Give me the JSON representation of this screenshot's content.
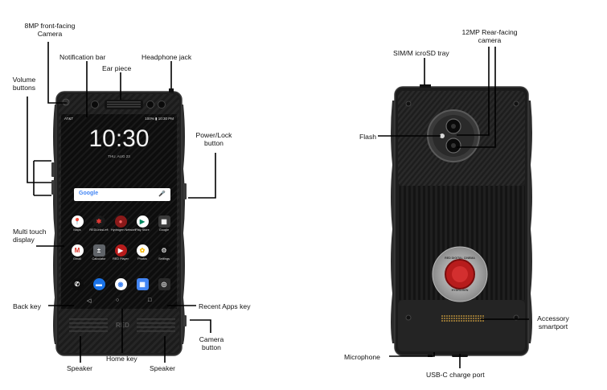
{
  "labels": {
    "front_camera": "8MP front-facing",
    "front_camera_2": "Camera",
    "notification_bar": "Notification bar",
    "headphone_jack": "Headphone jack",
    "ear_piece": "Ear piece",
    "volume_buttons": "Volume",
    "volume_buttons_2": "buttons",
    "power_lock": "Power/Lock",
    "power_lock_2": "button",
    "multi_touch": "Multi touch",
    "multi_touch_2": "display",
    "back_key": "Back key",
    "recent_apps_key": "Recent Apps key",
    "camera_button": "Camera",
    "camera_button_2": "button",
    "home_key": "Home key",
    "speaker_left": "Speaker",
    "speaker_right": "Speaker",
    "sim_tray": "SIM/M icroSD tray",
    "rear_camera": "12MP Rear-facing",
    "rear_camera_2": "camera",
    "flash": "Flash",
    "accessory_port": "Accessory",
    "accessory_port_2": "smartport",
    "microphone": "Microphone",
    "usb_c": "USB-C charge port"
  },
  "screen": {
    "carrier": "AT&T",
    "status_right": "100% ▮ 10:30 PM",
    "time": "10:30",
    "date": "THU, AUG 23",
    "search_brand": "Google",
    "mic_glyph": "🎤"
  },
  "apps_row1": [
    {
      "name": "Maps",
      "color": "#ffffff",
      "glyph": "📍",
      "text_color": "#d93025"
    },
    {
      "name": "REDLinksLeft",
      "color": "#1a1a1a",
      "glyph": "✱",
      "text_color": "#e53935"
    },
    {
      "name": "Hydrogen Network",
      "color": "#8b1a1a",
      "glyph": "●",
      "text_color": "#ff6b6b"
    },
    {
      "name": "Play Store",
      "color": "#ffffff",
      "glyph": "▶",
      "text_color": "#01875f"
    },
    {
      "name": "Google",
      "color": "#3a3a3a",
      "glyph": "▦",
      "text_color": "#ffffff"
    }
  ],
  "apps_row2": [
    {
      "name": "Gmail",
      "color": "#ffffff",
      "glyph": "M",
      "text_color": "#d93025"
    },
    {
      "name": "Calculator",
      "color": "#5f6368",
      "glyph": "±",
      "text_color": "#ffffff"
    },
    {
      "name": "RED Player",
      "color": "#b71c1c",
      "glyph": "▶",
      "text_color": "#ffffff"
    },
    {
      "name": "Photos",
      "color": "#ffffff",
      "glyph": "✿",
      "text_color": "#fbbc04"
    },
    {
      "name": "Settings",
      "color": "#0d0d0d",
      "glyph": "⚙",
      "text_color": "#cfcfcf"
    }
  ],
  "dock": [
    {
      "name": "phone",
      "color": "#0d0d0d",
      "glyph": "✆",
      "text_color": "#ffffff"
    },
    {
      "name": "messages",
      "color": "#1a73e8",
      "glyph": "▬",
      "text_color": "#ffffff"
    },
    {
      "name": "chrome",
      "color": "#ffffff",
      "glyph": "◉",
      "text_color": "#4285f4"
    },
    {
      "name": "calendar",
      "color": "#4285f4",
      "glyph": "▦",
      "text_color": "#ffffff"
    },
    {
      "name": "camera",
      "color": "#2a2a2a",
      "glyph": "◎",
      "text_color": "#dddddd"
    }
  ],
  "nav": {
    "back": "◁",
    "home": "○",
    "recent": "□"
  },
  "rear_badge": {
    "top": "RED DIGITAL CINEMA",
    "bottom": "HYDROGEN"
  },
  "colors": {
    "body": "#1c1c1c",
    "frame": "#2b2b2b",
    "accent_red": "#c62828",
    "leader": "#000000"
  }
}
